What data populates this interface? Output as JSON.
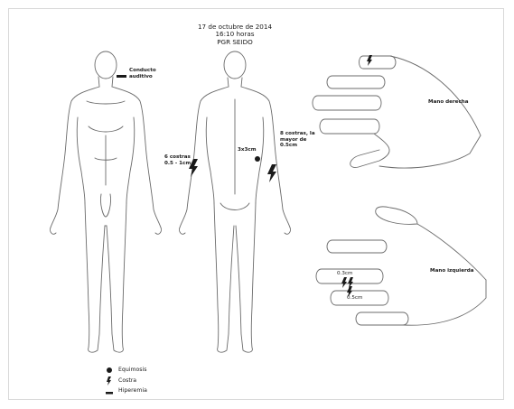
{
  "header": {
    "date": "17 de octubre de 2014",
    "time": "16:10 horas",
    "place": "PGR SEIDO"
  },
  "annotations": {
    "ear": [
      "Conducto",
      "auditivo"
    ],
    "left_flank": [
      "6 costras",
      "0.5 - 1cm"
    ],
    "back_bruise": "3x3cm",
    "right_flank": [
      "8 costras, la",
      "mayor de",
      "0.5cm"
    ],
    "right_hand_title": "Mano derecha",
    "left_hand_title": "Mano izquierda",
    "finger_a": "0.3cm",
    "finger_b": "0.5cm"
  },
  "legend": {
    "items": [
      {
        "symbol": "dot",
        "label": "Equimosis"
      },
      {
        "symbol": "bolt",
        "label": "Costra"
      },
      {
        "symbol": "bar",
        "label": "Hiperemia"
      }
    ]
  },
  "colors": {
    "ink": "#1a1a1a",
    "outline": "#6b6b6b",
    "frame": "#d9d9d9"
  }
}
